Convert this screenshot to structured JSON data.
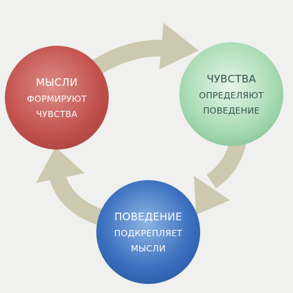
{
  "colors": {
    "background": "#f0f0ee",
    "arrow": "#ccc9b0",
    "thoughts": "#c3524e",
    "feelings": "#a9dbb5",
    "behavior": "#3b70c0"
  },
  "nodes": {
    "thoughts": {
      "line1": "МЫСЛИ",
      "line2": "ФОРМИРУЮТ",
      "line3": "ЧУВСТВА"
    },
    "feelings": {
      "line1": "ЧУВСТВА",
      "line2": "ОПРЕДЕЛЯЮТ",
      "line3": "ПОВЕДЕНИЕ"
    },
    "behavior": {
      "line1": "ПОВЕДЕНИЕ",
      "line2": "ПОДКРЕПЛЯЕТ",
      "line3": "МЫСЛИ"
    }
  }
}
